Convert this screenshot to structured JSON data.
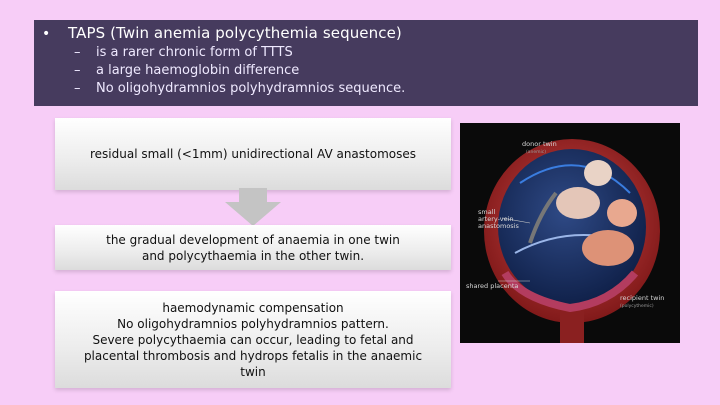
{
  "header": {
    "bullet": "•",
    "title": "TAPS (Twin anemia polycythemia sequence)",
    "items": [
      {
        "dash": "–",
        "text": "is a rarer chronic form of TTTS"
      },
      {
        "dash": "–",
        "text": "a large haemoglobin difference"
      },
      {
        "dash": "–",
        "text": "No oligohydramnios polyhydramnios sequence."
      }
    ]
  },
  "flow": {
    "box1": "residual small (<1mm) unidirectional AV anastomoses",
    "box2": "the gradual development of anaemia in one twin and polycythaemia in the other twin.",
    "box3_lines": [
      "haemodynamic compensation",
      "No oligohydramnios polyhydramnios pattern.",
      "Severe polycythaemia can occur, leading to fetal and placental thrombosis and hydrops fetalis in the anaemic twin"
    ]
  },
  "illustration": {
    "donor_label": "donor twin",
    "donor_sub": "(anemic)",
    "anastomosis_label": "small artery-vein anastomosis",
    "placenta_label": "shared placenta",
    "recipient_label": "recipient twin",
    "recipient_sub": "(polycythemic)"
  },
  "colors": {
    "background": "#f7cdf7",
    "header": "#463b5e",
    "arrow": "#c4c4c4"
  }
}
